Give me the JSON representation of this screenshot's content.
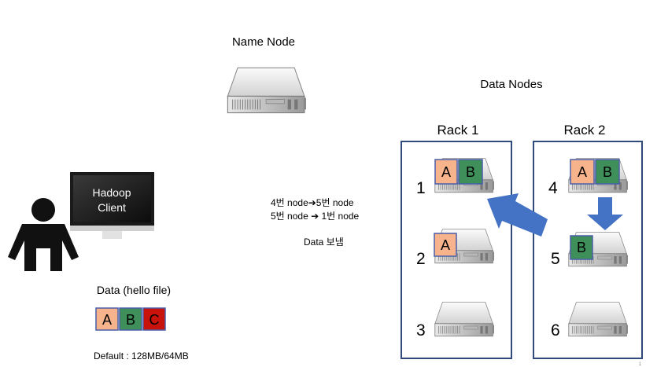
{
  "labels": {
    "name_node": "Name Node",
    "data_nodes": "Data Nodes",
    "rack1": "Rack 1",
    "rack2": "Rack 2",
    "client_line1": "Hadoop",
    "client_line2": "Client",
    "data_title": "Data (hello file)",
    "default_size": "Default : 128MB/64MB",
    "transfer_line1": "4번 node➔5번 node",
    "transfer_line2": "5번 node ➔ 1번 node",
    "transfer_caption": "Data 보냄",
    "page_number": "1"
  },
  "nodes": {
    "n1": "1",
    "n2": "2",
    "n3": "3",
    "n4": "4",
    "n5": "5",
    "n6": "6"
  },
  "blocks": {
    "a": "A",
    "b": "B",
    "c": "C"
  },
  "colors": {
    "block_a": "#f7b48c",
    "block_b": "#3f8f5a",
    "block_c": "#c8120c",
    "block_border": "#4a5fa8",
    "rack_border": "#2f4b7c",
    "arrow": "#4472c4",
    "monitor": "#1a1a1a",
    "person": "#111111"
  }
}
